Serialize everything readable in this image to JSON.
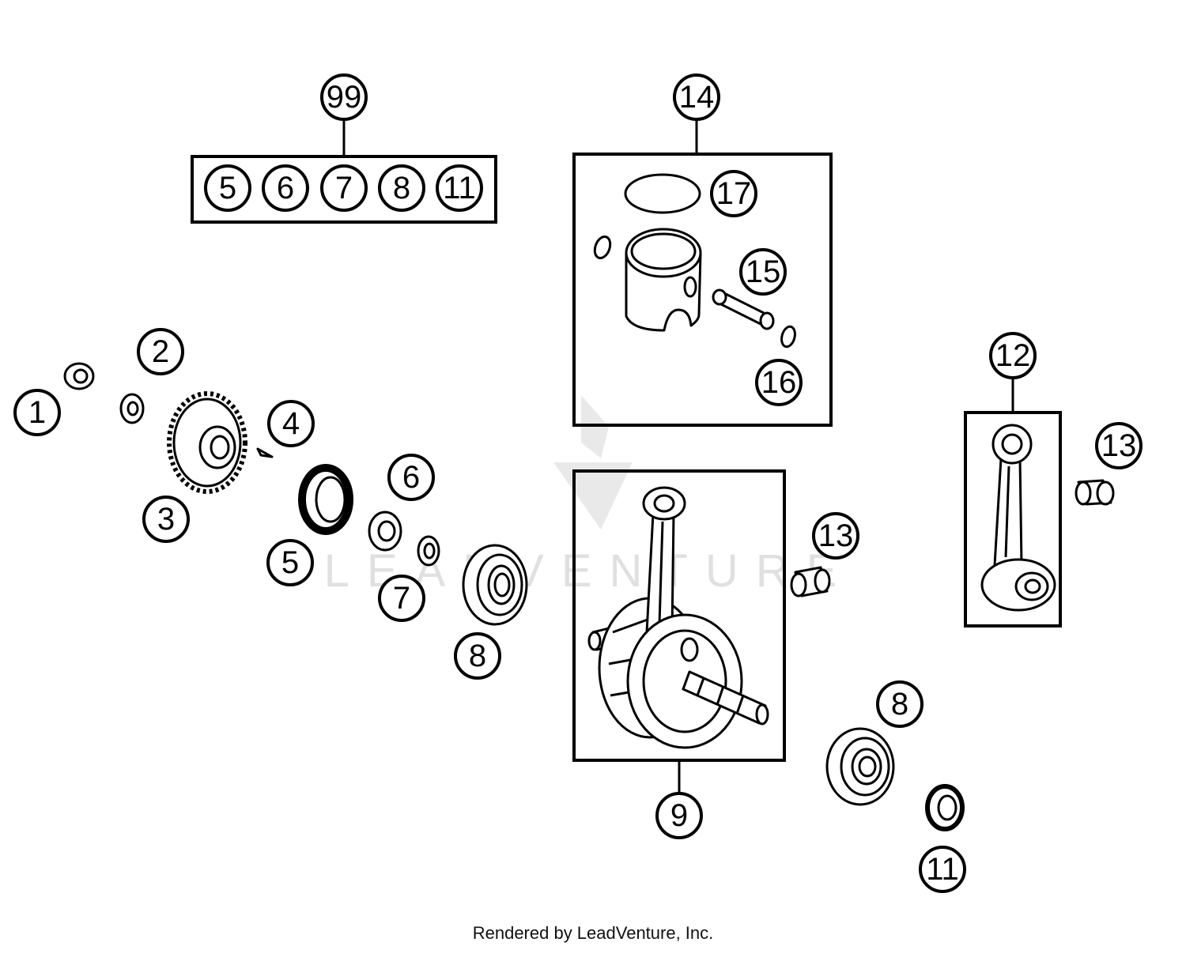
{
  "diagram": {
    "kit_callouts": {
      "kit_label": "99",
      "members": [
        "5",
        "6",
        "7",
        "8",
        "11"
      ]
    },
    "piston_group": {
      "label": "14",
      "ring": "17",
      "pin": "15",
      "clip_top": "16",
      "clip_bottom": "16"
    },
    "conrod_group": {
      "label": "12",
      "bearing": "13"
    },
    "crankshaft_group": {
      "label": "9",
      "bearing": "13"
    },
    "left_parts": {
      "nut": "1",
      "washer": "2",
      "gear": "3",
      "key": "4",
      "seal": "5",
      "shim": "6",
      "o_ring": "7",
      "bearing": "8"
    },
    "right_parts": {
      "bearing": "8",
      "seal": "11"
    },
    "watermark": "LEADVENTURE"
  },
  "footer": {
    "credit": "Rendered by LeadVenture, Inc."
  }
}
